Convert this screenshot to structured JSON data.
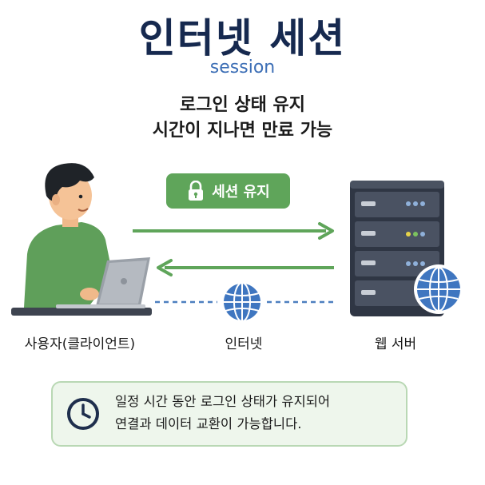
{
  "header": {
    "title": "인터넷 세션",
    "subtitle": "session",
    "line1": "로그인 상태 유지",
    "line2": "시간이 지나면 만료 가능"
  },
  "badge": {
    "label": "세션 유지",
    "icon": "lock-icon"
  },
  "nodes": {
    "user": "사용자(클라이언트)",
    "internet": "인터넷",
    "server": "웹 서버"
  },
  "info": {
    "icon": "clock-icon",
    "line1": "일정 시간 동안 로그인 상태가 유지되어",
    "line2": "연결과 데이터 교환이 가능합니다."
  },
  "colors": {
    "title": "#16294f",
    "accent_blue": "#3d6fb6",
    "green": "#5fa55a",
    "server": "#3b4454"
  }
}
